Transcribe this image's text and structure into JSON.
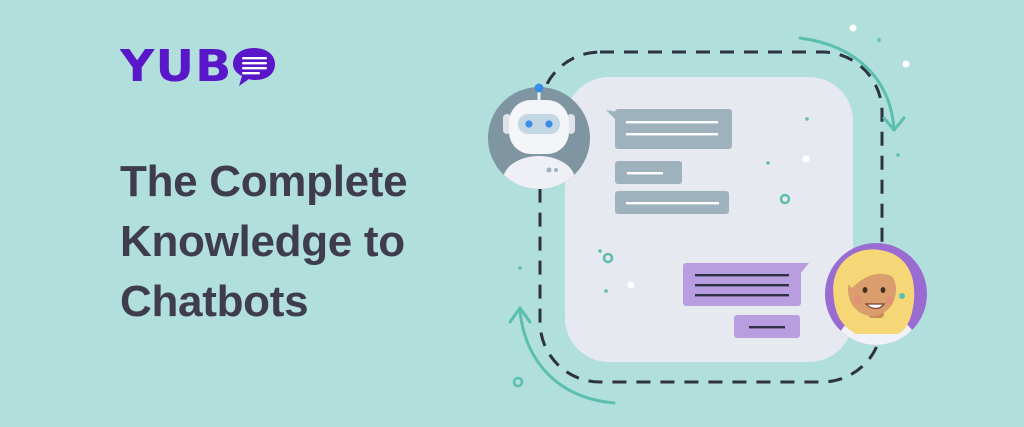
{
  "brand": {
    "name": "YUB"
  },
  "headline": {
    "line1": "The Complete",
    "line2": "Knowledge to",
    "line3": "Chatbots"
  },
  "colors": {
    "background": "#b1dfdc",
    "brand": "#5a16c9",
    "headline": "#3f3d4d",
    "panel": "#e7e9f1",
    "bot_bubble": "#9eb2bd",
    "user_bubble": "#b89ee0",
    "arrow": "#5bbfad",
    "dashed_loop": "#2f3240"
  },
  "icons": {
    "logo_bubble": "chat-bubble-lines-icon",
    "bot_avatar": "robot-avatar-icon",
    "user_avatar": "woman-avatar-icon",
    "cycle_arrows": "circular-arrows-icon"
  }
}
